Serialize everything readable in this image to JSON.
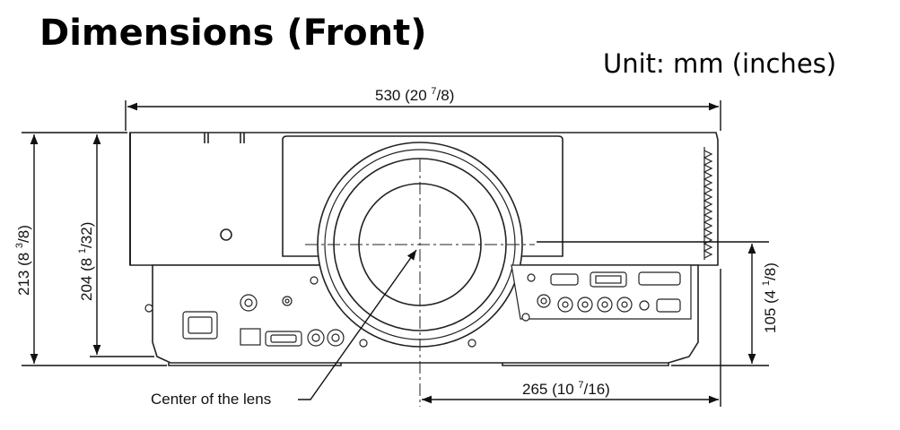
{
  "title": "Dimensions (Front)",
  "unit": "Unit: mm (inches)",
  "dimensions": {
    "width": {
      "main": "530 (20 ",
      "num": "7",
      "den": "/8)"
    },
    "height_total": {
      "main": "213 (8 ",
      "num": "3",
      "den": "/8)"
    },
    "height_body": {
      "main": "204 (8 ",
      "num": "1",
      "den": "/32)"
    },
    "lens_height": {
      "main": "105 (4 ",
      "num": "1",
      "den": "/8)"
    },
    "lens_offset": {
      "main": "265 (10 ",
      "num": "7",
      "den": "/16)"
    }
  },
  "callout": "Center of the lens"
}
